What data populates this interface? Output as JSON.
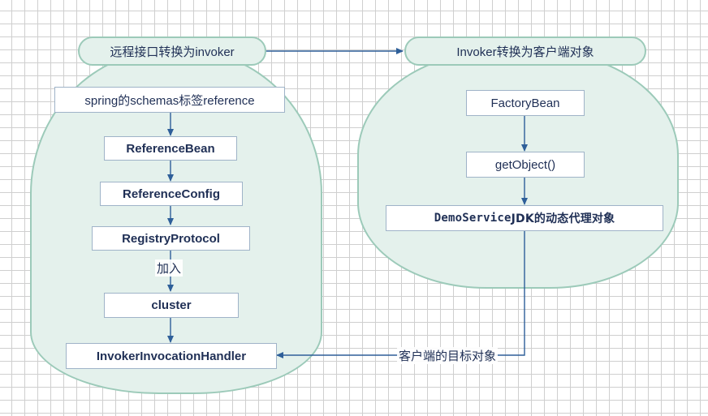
{
  "left_group": {
    "title": "远程接口转换为invoker",
    "nodes": [
      "spring的schemas标签reference",
      "ReferenceBean",
      "ReferenceConfig",
      "RegistryProtocol",
      "cluster",
      "InvokerInvocationHandler"
    ],
    "edge_label_join": "加入"
  },
  "right_group": {
    "title": "Invoker转换为客户端对象",
    "nodes": [
      "FactoryBean",
      "getObject()"
    ],
    "proxy_node": {
      "code": "DemoService ",
      "text": "JDK的动态代理对象"
    }
  },
  "edge_label_target": "客户端的目标对象",
  "colors": {
    "group_fill": "#e4f1ec",
    "group_border": "#9ccab9",
    "arrow": "#2e5f99",
    "text": "#1f2f55"
  }
}
